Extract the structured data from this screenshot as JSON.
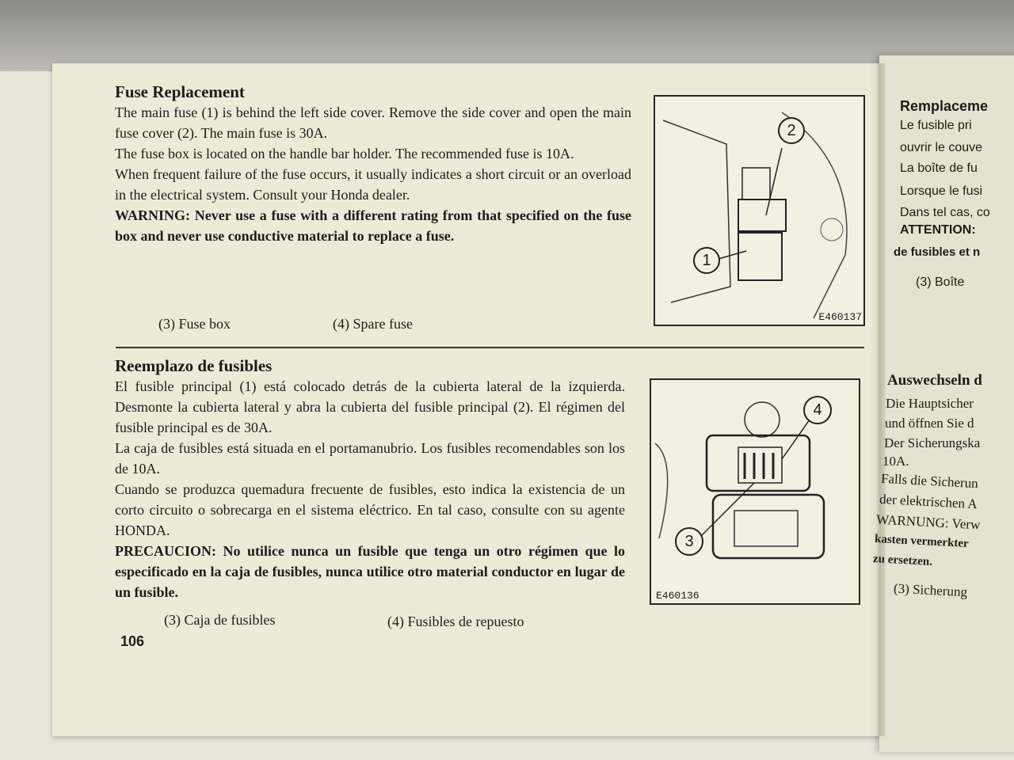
{
  "english": {
    "title": "Fuse Replacement",
    "paragraphs": [
      "The main fuse (1) is behind the left side cover. Remove the side cover and open the main fuse cover (2). The main fuse is 30A.",
      "The fuse box is located on the handle bar holder. The recommended fuse is 10A.",
      "When frequent failure of the fuse occurs, it usually indicates a short circuit or an overload in the electrical system. Consult your Honda dealer."
    ],
    "warning": "WARNING: Never use a fuse with a different rating from that specified on the fuse box and never use conductive material to replace a fuse.",
    "legend": [
      "(3)  Fuse box",
      "(4)  Spare fuse"
    ]
  },
  "spanish": {
    "title": "Reemplazo de fusibles",
    "paragraphs": [
      "El fusible principal (1) está colocado detrás de la cubierta lateral de la izquierda. Desmonte la cubierta lateral y abra la cubierta del fusible principal (2). El régimen del fusible principal es de 30A.",
      "La caja de fusibles está situada en el portamanubrio. Los fusibles recomendables son los de 10A.",
      "Cuando se produzca quemadura frecuente de fusibles, esto indica la existencia de un corto circuito o sobrecarga en el sistema eléctrico. En tal caso, consulte con su agente HONDA."
    ],
    "warning": "PRECAUCION: No utilice nunca un fusible que tenga un otro régimen que lo especificado en la caja de fusibles, nunca utilice otro material conductor en lugar de un fusible.",
    "legend": [
      "(3)  Caja de fusibles",
      "(4)  Fusibles de repuesto"
    ]
  },
  "figures": {
    "top": {
      "code": "E460137",
      "callouts": [
        "1",
        "2"
      ]
    },
    "bottom": {
      "code": "E460136",
      "callouts": [
        "3",
        "4"
      ]
    }
  },
  "page_number": "106",
  "french_partial": [
    "Remplaceme",
    "Le fusible pri",
    "ouvrir le couve",
    "La boîte de fu",
    "Lorsque le fusi",
    "Dans tel cas, co",
    "ATTENTION:",
    "de fusibles et n",
    "(3) Boîte"
  ],
  "german_partial": [
    "Auswechseln d",
    "Die Hauptsicher",
    "und öffnen Sie d",
    "Der Sicherungska",
    "10A.",
    "Falls die Sicherun",
    "der elektrischen A",
    "WARNUNG: Verw",
    "kasten vermerkter",
    "zu ersetzen.",
    "(3)  Sicherung"
  ]
}
